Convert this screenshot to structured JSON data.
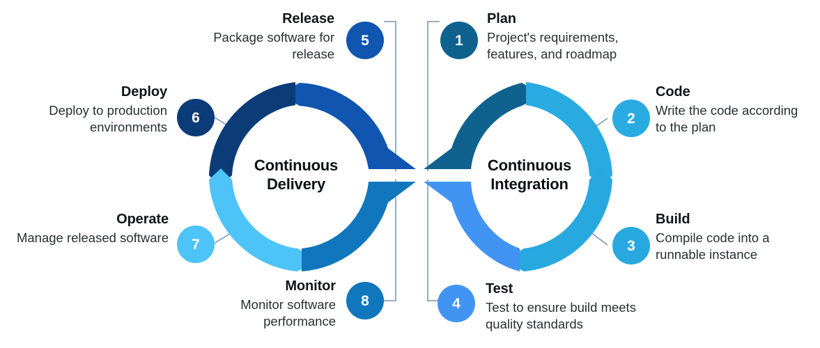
{
  "diagram": {
    "type": "devops-infinity-loop",
    "center_captions": [
      {
        "id": "cd",
        "text": "Continuous\nDelivery"
      },
      {
        "id": "ci",
        "text": "Continuous\nIntegration"
      }
    ],
    "colors": {
      "plan": "#10628E",
      "code": "#29ABE2",
      "build": "#27A9DF",
      "test": "#4294F2",
      "release": "#1055B0",
      "deploy": "#0B3C78",
      "operate": "#4EC3F7",
      "monitor": "#1077BC",
      "connector_line": "#5B7FA6",
      "title_text": "#111418",
      "body_text": "#2b2f33",
      "badge_text": "#ffffff",
      "background": "#ffffff"
    },
    "arcs": [
      {
        "id": "arc-plan",
        "label": "Plan",
        "color": "#10628E"
      },
      {
        "id": "arc-code",
        "label": "Code",
        "color": "#29ABE2"
      },
      {
        "id": "arc-build",
        "label": "Build",
        "color": "#27A9DF"
      },
      {
        "id": "arc-test",
        "label": "Test",
        "color": "#4294F2"
      },
      {
        "id": "arc-release",
        "label": "Release",
        "color": "#1055B0"
      },
      {
        "id": "arc-deploy",
        "label": "Deploy",
        "color": "#0B3C78"
      },
      {
        "id": "arc-operate",
        "label": "Operate",
        "color": "#4EC3F7"
      },
      {
        "id": "arc-monitor",
        "label": "Monitor",
        "color": "#1077BC"
      }
    ],
    "steps": [
      {
        "num": "1",
        "title": "Plan",
        "desc": "Project's requirements,\nfeatures, and roadmap",
        "color": "#10628E",
        "side": "right"
      },
      {
        "num": "2",
        "title": "Code",
        "desc": "Write the code according\nto the plan",
        "color": "#29ABE2",
        "side": "right"
      },
      {
        "num": "3",
        "title": "Build",
        "desc": "Compile code into a\nrunnable instance",
        "color": "#27A9DF",
        "side": "right"
      },
      {
        "num": "4",
        "title": "Test",
        "desc": "Test to ensure build meets\nquality standards",
        "color": "#4294F2",
        "side": "right"
      },
      {
        "num": "5",
        "title": "Release",
        "desc": "Package software for\nrelease",
        "color": "#1055B0",
        "side": "left"
      },
      {
        "num": "6",
        "title": "Deploy",
        "desc": "Deploy to production\nenvironments",
        "color": "#0B3C78",
        "side": "left"
      },
      {
        "num": "7",
        "title": "Operate",
        "desc": "Manage released software",
        "color": "#4EC3F7",
        "side": "left"
      },
      {
        "num": "8",
        "title": "Monitor",
        "desc": "Monitor software\nperformance",
        "color": "#1077BC",
        "side": "left"
      }
    ]
  }
}
